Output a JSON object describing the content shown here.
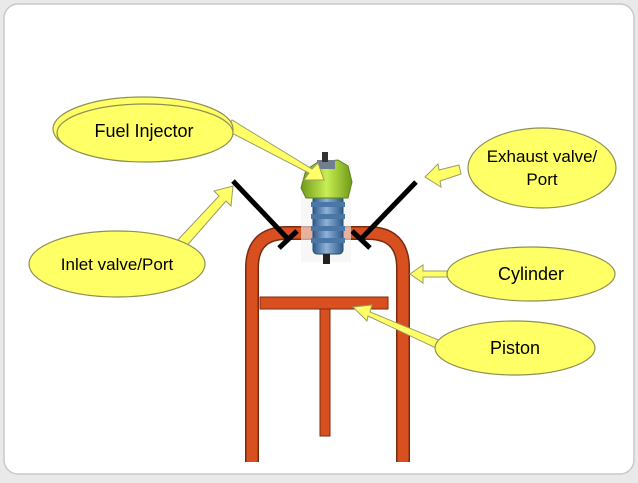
{
  "labels": {
    "fuel_injector": "Fuel Injector",
    "exhaust_valve_line1": "Exhaust valve/",
    "exhaust_valve_line2": "Port",
    "inlet_valve": "Inlet valve/Port",
    "cylinder": "Cylinder",
    "piston": "Piston"
  },
  "colors": {
    "callout_fill": "#ffff66",
    "callout_stroke": "#8f8f55",
    "arrow_fill": "#ffff66",
    "arrow_stroke": "#9c9c6a",
    "cylinder": "#d8501f",
    "valve": "#000000",
    "injector_body": "#5f8bb8",
    "injector_top": "#9ccd2b",
    "background": "#ffffff"
  }
}
